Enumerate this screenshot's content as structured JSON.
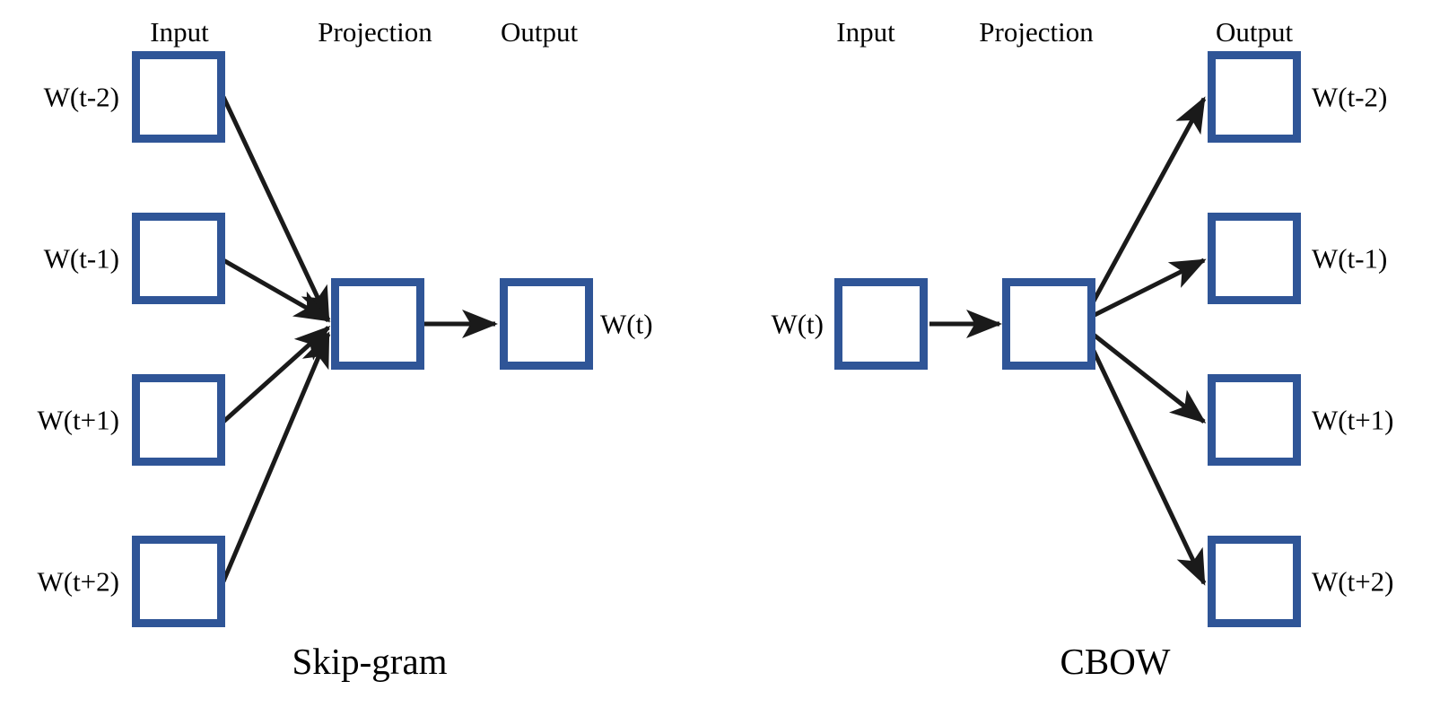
{
  "figure": {
    "background_color": "#ffffff",
    "box_border_color": "#2F5597",
    "edge_color": "#1a1a1a",
    "text_color": "#000000"
  },
  "diagrams": [
    {
      "id": "skip-gram",
      "caption": "Skip-gram",
      "headers": [
        {
          "key": "input",
          "label": "Input"
        },
        {
          "key": "projection",
          "label": "Projection"
        },
        {
          "key": "output",
          "label": "Output"
        }
      ],
      "input_nodes": [
        {
          "label": "W(t-2)"
        },
        {
          "label": "W(t-1)"
        },
        {
          "label": "W(t+1)"
        },
        {
          "label": "W(t+2)"
        }
      ],
      "projection_nodes": [
        {
          "label": ""
        }
      ],
      "output_nodes": [
        {
          "label": "W(t)"
        }
      ],
      "flow": "inputs-to-projection-to-output"
    },
    {
      "id": "cbow",
      "caption": "CBOW",
      "headers": [
        {
          "key": "input",
          "label": "Input"
        },
        {
          "key": "projection",
          "label": "Projection"
        },
        {
          "key": "output",
          "label": "Output"
        }
      ],
      "input_nodes": [
        {
          "label": "W(t)"
        }
      ],
      "projection_nodes": [
        {
          "label": ""
        }
      ],
      "output_nodes": [
        {
          "label": "W(t-2)"
        },
        {
          "label": "W(t-1)"
        },
        {
          "label": "W(t+1)"
        },
        {
          "label": "W(t+2)"
        }
      ],
      "flow": "input-to-projection-to-outputs"
    }
  ]
}
